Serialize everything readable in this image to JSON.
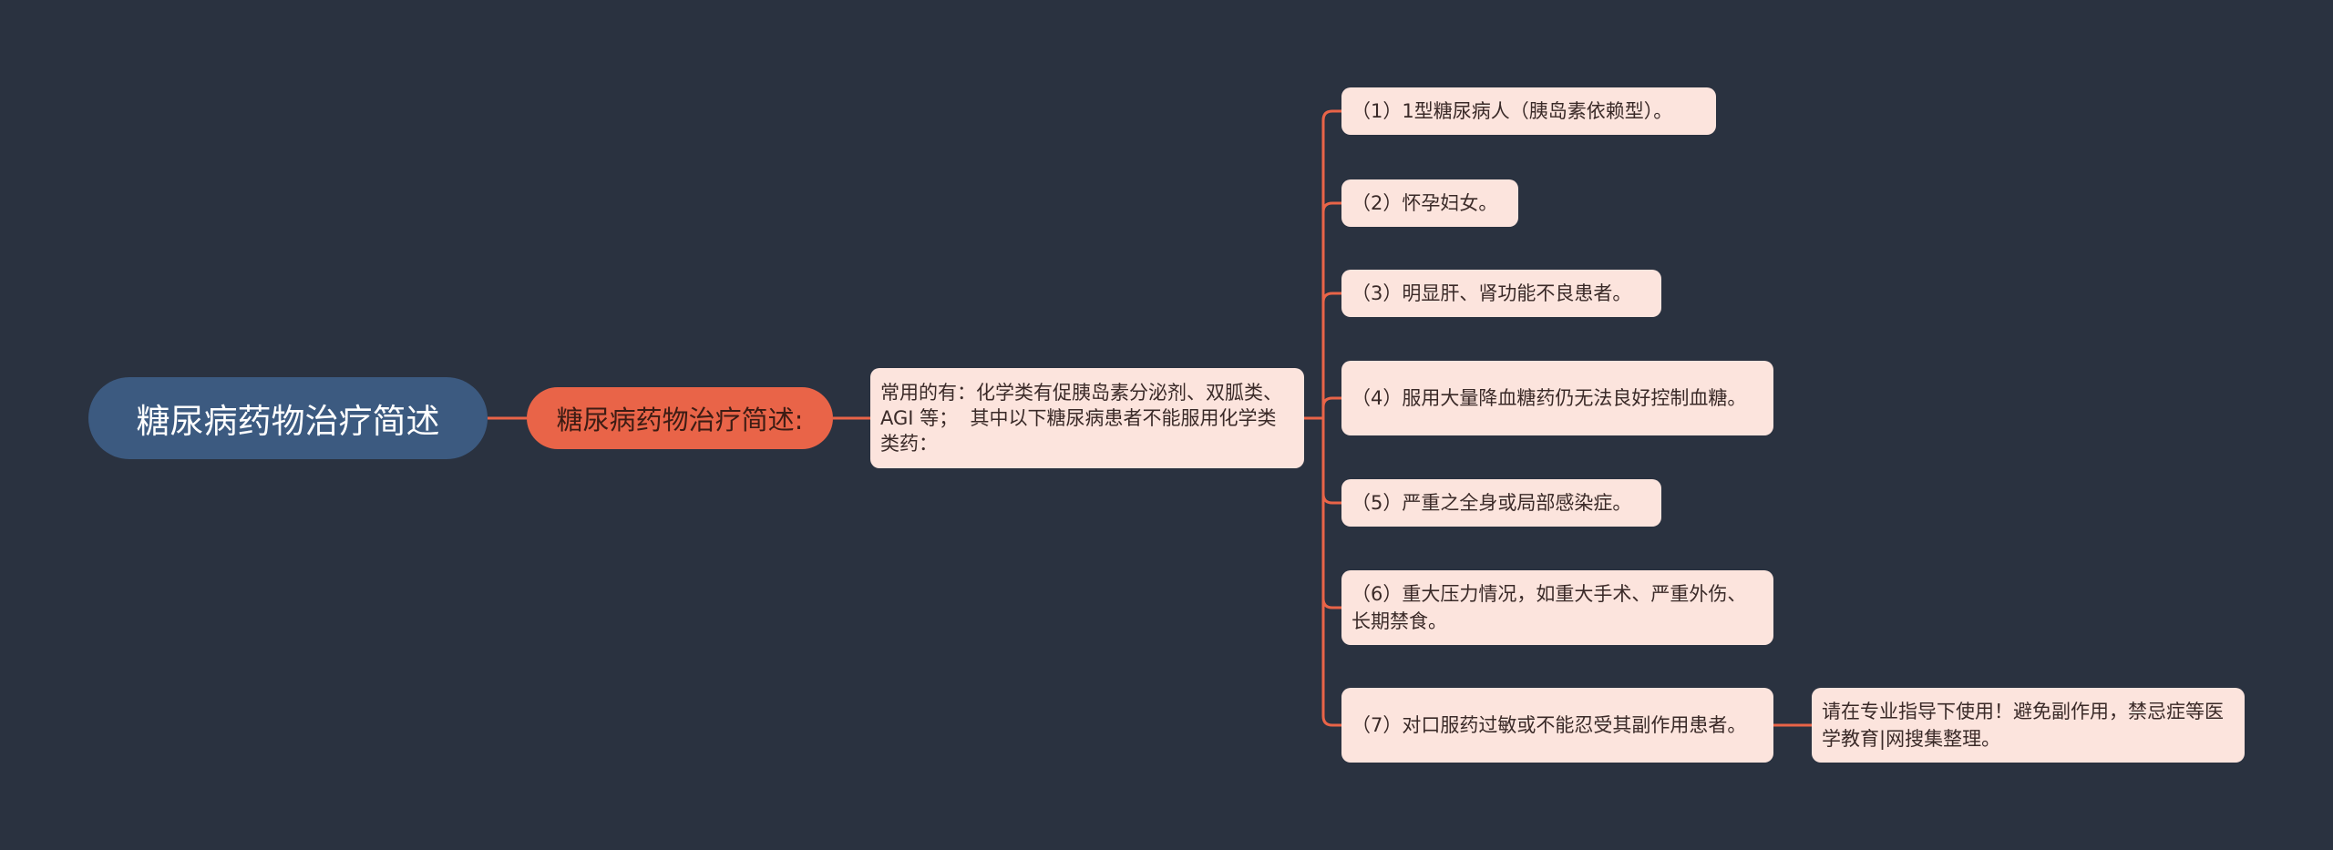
{
  "colors": {
    "background": "#2a3240",
    "root_fill": "#3c5a80",
    "subtopic_fill": "#e96448",
    "card_fill": "#fce4dd",
    "connector": "#e96448"
  },
  "mindmap": {
    "root": "糖尿病药物治疗简述",
    "subtopic": "糖尿病药物治疗简述:",
    "description": "常用的有：化学类有促胰岛素分泌剂、双胍类、AGI 等；  其中以下糖尿病患者不能服用化学类类药：",
    "items": [
      "（1）1型糖尿病人（胰岛素依赖型）。",
      "（2）怀孕妇女。",
      "（3）明显肝、肾功能不良患者。",
      "（4）服用大量降血糖药仍无法良好控制血糖。",
      "（5）严重之全身或局部感染症。",
      "（6）重大压力情况，如重大手术、严重外伤、长期禁食。",
      "（7）对口服药过敏或不能忍受其副作用患者。"
    ],
    "note": "请在专业指导下使用！避免副作用，禁忌症等医学教育|网搜集整理。"
  }
}
